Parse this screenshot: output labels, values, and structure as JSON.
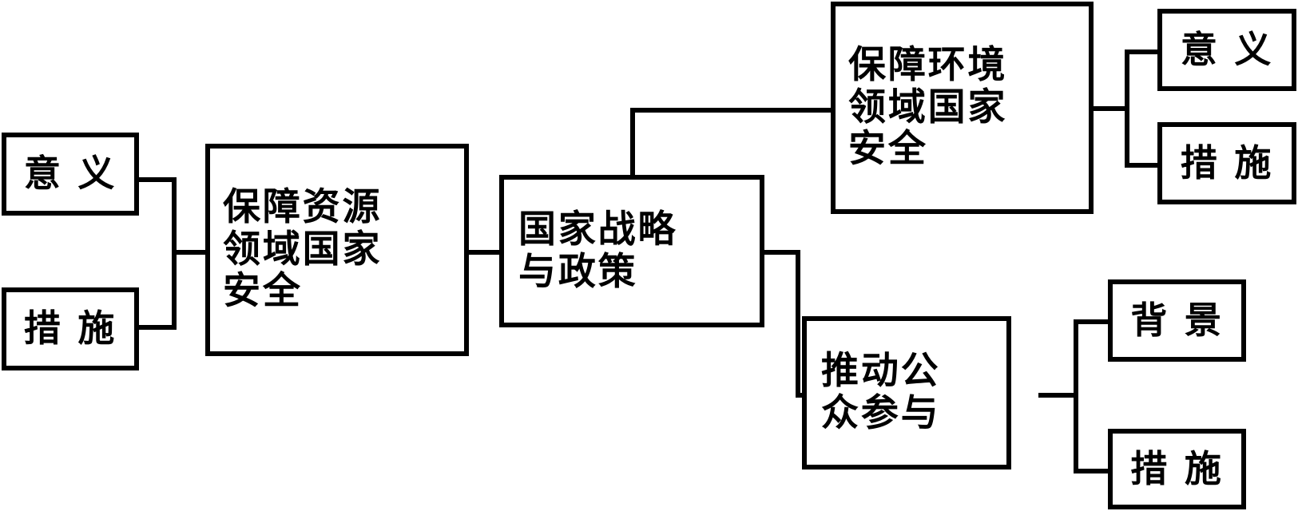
{
  "diagram": {
    "type": "hierarchy-flowchart",
    "title_text": "",
    "colors": {
      "stroke": "#000000",
      "fill": "#ffffff",
      "text": "#000000"
    },
    "nodes": {
      "left_meaning": {
        "label": "意 义"
      },
      "left_measures": {
        "label": "措 施"
      },
      "resource_security": {
        "label": "保障资源\n领域国家\n安全"
      },
      "center_strategy": {
        "label": "国家战略\n与政策"
      },
      "environment_security": {
        "label": "保障环境\n领域国家\n安全"
      },
      "env_meaning": {
        "label": "意 义"
      },
      "env_measures": {
        "label": "措 施"
      },
      "public_participation": {
        "label": "推动公\n众参与"
      },
      "pub_background": {
        "label": "背 景"
      },
      "pub_measures": {
        "label": "措 施"
      }
    }
  }
}
